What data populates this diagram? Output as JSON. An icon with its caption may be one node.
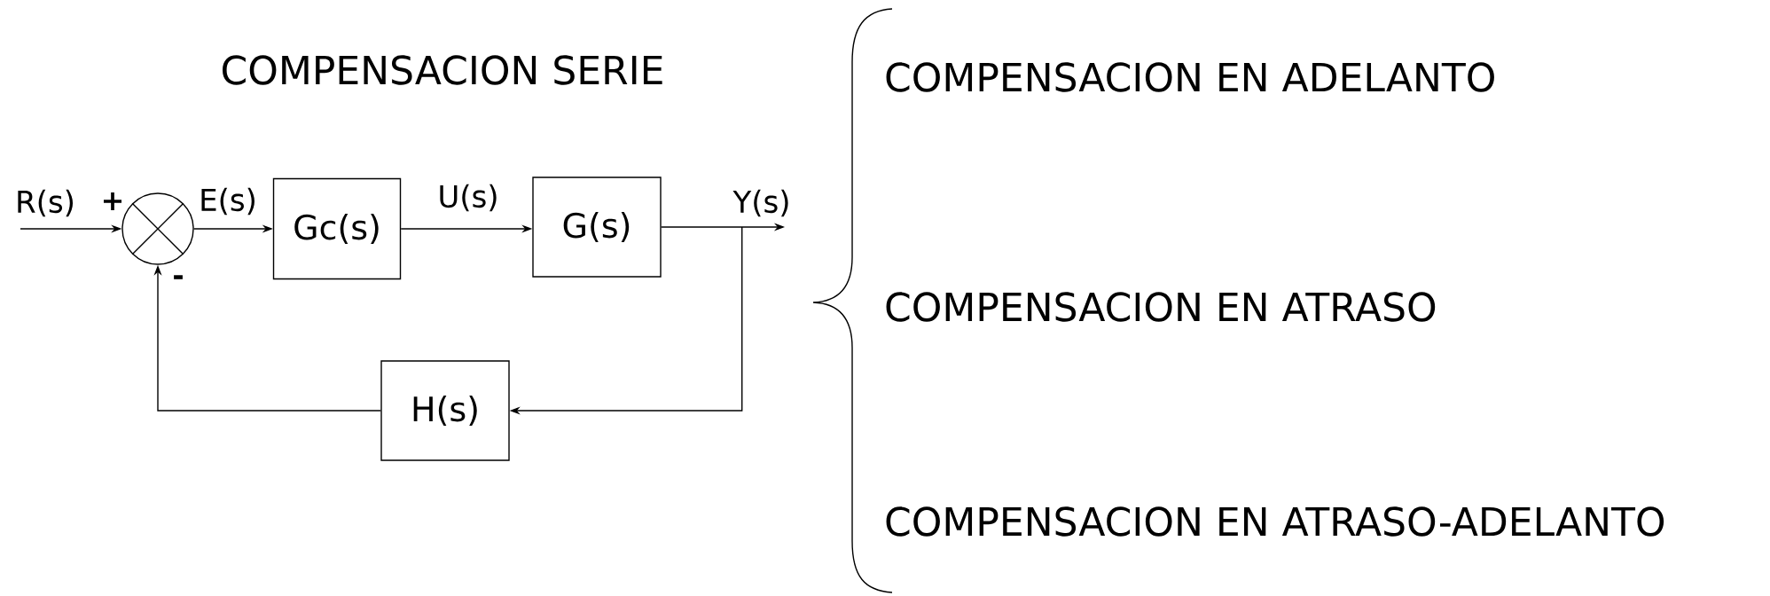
{
  "diagram": {
    "title": "COMPENSACION SERIE",
    "nodes": [
      {
        "text": [],
        "shape": "circle"
      },
      {
        "text": [
          "Gc(s)"
        ]
      },
      {
        "text": [
          "G(s)"
        ]
      },
      {
        "text": [
          "H(s)"
        ]
      }
    ],
    "edges": [
      {
        "from": null,
        "to": 0,
        "arrow": "to",
        "label": "R(s)"
      },
      {
        "from": 0,
        "to": 1,
        "arrow": "to",
        "label": "E(s)"
      },
      {
        "from": 1,
        "to": 2,
        "arrow": "to",
        "label": "U(s)"
      },
      {
        "from": 2,
        "to": null,
        "arrow": "to",
        "label": "Y(s)"
      },
      {
        "from": 2,
        "to": 3,
        "arrow": "to"
      },
      {
        "from": 3,
        "to": 0,
        "arrow": "to"
      }
    ],
    "labels": [
      "+",
      "-",
      "COMPENSACION EN ADELANTO",
      "COMPENSACION EN ATRASO",
      "COMPENSACION EN ATRASO-ADELANTO"
    ]
  }
}
